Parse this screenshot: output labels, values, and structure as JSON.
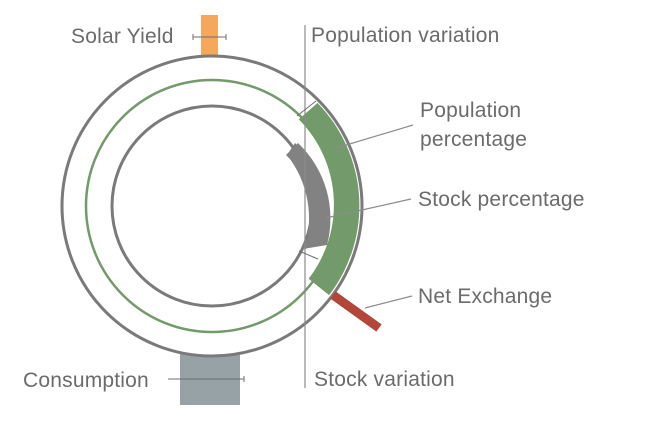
{
  "labels": {
    "solar_yield": "Solar Yield",
    "population_variation": "Population variation",
    "population_percentage_line1": "Population",
    "population_percentage_line2": "percentage",
    "stock_percentage": "Stock percentage",
    "net_exchange": "Net Exchange",
    "consumption": "Consumption",
    "stock_variation": "Stock variation"
  },
  "colors": {
    "text": "#6b6b6b",
    "ring": "#7a7a7a",
    "population": "#739a6b",
    "stock": "#828282",
    "solar": "#f5a75c",
    "consumption": "#96a2a5",
    "net_exchange": "#b2463a"
  }
}
